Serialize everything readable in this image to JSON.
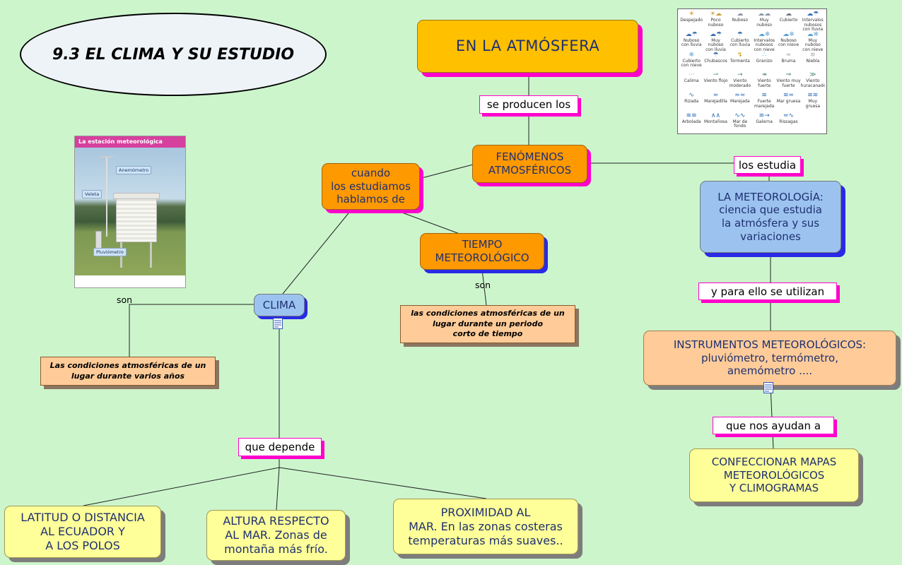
{
  "colors": {
    "background": "#ccf5cc",
    "gold_node": "#ffc000",
    "orange_node": "#ff9900",
    "blue_node": "#9cc3f0",
    "peach_node": "#ffcc99",
    "yellow_node": "#ffff99",
    "magenta_shadow": "#ff00cc",
    "blue_shadow": "#2929e6",
    "gray_shadow": "#7d7d7d",
    "brown_shadow": "#8a7560",
    "node_text": "#1f3070",
    "station_titlebar": "#d6409e"
  },
  "title": {
    "text": "9.3 EL CLIMA Y SU ESTUDIO"
  },
  "nodes": {
    "atmosfera": "EN LA ATMÓSFERA",
    "fenomenos": "FENÓMENOS\nATMOSFÉRICOS",
    "cuando": "cuando\nlos estudiamos\nhablamos de",
    "tiempo": "TIEMPO\nMETEOROLÓGICO",
    "clima": "CLIMA",
    "meteorologia": "LA METEOROLOGÍA:\nciencia que estudia\nla atmósfera y sus\nvariaciones",
    "instrumentos": "INSTRUMENTOS METEOROLÓGICOS:\npluviómetro, termómetro,\nanemómetro ....",
    "confeccionar": "CONFECCIONAR MAPAS\nMETEOROLÓGICOS\nY CLIMOGRAMAS",
    "latitud": "LATITUD O DISTANCIA\nAL ECUADOR Y\nA LOS POLOS",
    "altura": "ALTURA RESPECTO\nAL MAR. Zonas de\nmontaña más frío.",
    "proximidad": "PROXIMIDAD AL\nMAR. En las zonas costeras\ntemperaturas más suaves.."
  },
  "definitions": {
    "tiempo": "las condiciones atmosféricas de un\nlugar durante un periodo\ncorto de tiempo",
    "clima": "Las condiciones atmosféricas de un\nlugar durante varios años"
  },
  "links": {
    "se_producen": "se producen los",
    "los_estudia": "los estudia",
    "utilizan": "y para ello se utilizan",
    "ayudan": "que nos ayudan a",
    "depende": "que depende",
    "son_clima": "son",
    "son_tiempo": "son"
  },
  "station_image": {
    "title": "La estación meteorológica",
    "labels": [
      "Anemómetro",
      "Veleta",
      "Pluviómetro"
    ]
  },
  "weather_chart": {
    "cells": [
      {
        "icon": "☀",
        "label": "Despejado",
        "color": "#e09000"
      },
      {
        "icon": "☀☁",
        "label": "Poco nuboso",
        "color": "#c8a040"
      },
      {
        "icon": "☁",
        "label": "Nuboso",
        "color": "#8a97a5"
      },
      {
        "icon": "☁☁",
        "label": "Muy nuboso",
        "color": "#8a97a5"
      },
      {
        "icon": "☁",
        "label": "Cubierto",
        "color": "#6d7a88"
      },
      {
        "icon": "☁☂",
        "label": "Intervalos nubosos con lluvia",
        "color": "#3a6eb5"
      },
      {
        "icon": "☁☂",
        "label": "Nuboso con lluvia",
        "color": "#3a6eb5"
      },
      {
        "icon": "☁☂",
        "label": "Muy nuboso con lluvia",
        "color": "#3a6eb5"
      },
      {
        "icon": "☂",
        "label": "Cubierto con lluvia",
        "color": "#3a6eb5"
      },
      {
        "icon": "☁❄",
        "label": "Intervalos nubosos con nieve",
        "color": "#58a0d8"
      },
      {
        "icon": "☁❄",
        "label": "Nuboso con nieve",
        "color": "#58a0d8"
      },
      {
        "icon": "☁❄",
        "label": "Muy nuboso con nieve",
        "color": "#58a0d8"
      },
      {
        "icon": "❄",
        "label": "Cubierto con nieve",
        "color": "#58a0d8"
      },
      {
        "icon": "☂",
        "label": "Chubascos",
        "color": "#3a6eb5"
      },
      {
        "icon": "↯",
        "label": "Tormenta",
        "color": "#c8a000"
      },
      {
        "icon": "∴",
        "label": "Granizo",
        "color": "#58a0d8"
      },
      {
        "icon": "≈",
        "label": "Bruma",
        "color": "#9aa5b0"
      },
      {
        "icon": "≡",
        "label": "Niebla",
        "color": "#9aa5b0"
      },
      {
        "icon": "⋯",
        "label": "Calima",
        "color": "#9aa5b0"
      },
      {
        "icon": "⇀",
        "label": "Viento flojo",
        "color": "#4a8a6a"
      },
      {
        "icon": "→",
        "label": "Viento moderado",
        "color": "#4a8a6a"
      },
      {
        "icon": "↠",
        "label": "Viento fuerte",
        "color": "#4a8a6a"
      },
      {
        "icon": "⇒",
        "label": "Viento muy fuerte",
        "color": "#4a8a6a"
      },
      {
        "icon": "≫",
        "label": "Viento huracanado",
        "color": "#4a8a6a"
      },
      {
        "icon": "∿",
        "label": "Rizada",
        "color": "#2a6ab5"
      },
      {
        "icon": "≈",
        "label": "Marejadilla",
        "color": "#2a6ab5"
      },
      {
        "icon": "≈≈",
        "label": "Marejada",
        "color": "#2a6ab5"
      },
      {
        "icon": "≋",
        "label": "Fuerte marejada",
        "color": "#2a6ab5"
      },
      {
        "icon": "≋≈",
        "label": "Mar gruesa",
        "color": "#2a6ab5"
      },
      {
        "icon": "≋≋",
        "label": "Muy gruesa",
        "color": "#2a6ab5"
      },
      {
        "icon": "≋≋",
        "label": "Arbolada",
        "color": "#2a6ab5"
      },
      {
        "icon": "∧∧",
        "label": "Montañosa",
        "color": "#2a6ab5"
      },
      {
        "icon": "∿∿",
        "label": "Mar de fondo",
        "color": "#2a6ab5"
      },
      {
        "icon": "≋→",
        "label": "Galerna",
        "color": "#2a6ab5"
      },
      {
        "icon": "≈∿",
        "label": "Rissagas",
        "color": "#2a6ab5"
      }
    ]
  }
}
